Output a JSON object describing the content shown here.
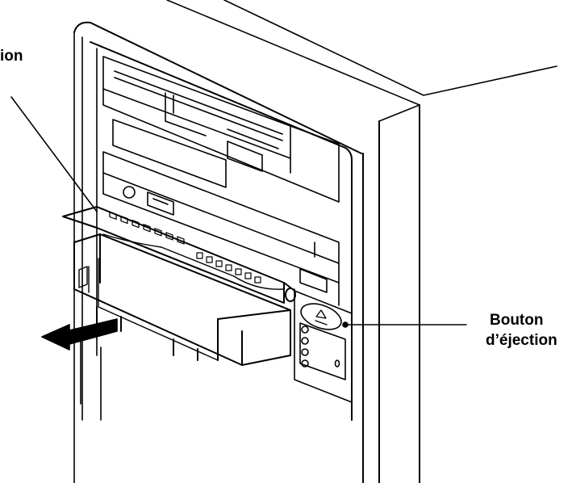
{
  "labels": {
    "top_left": "ion",
    "eject_line1": "Bouton",
    "eject_line2": "d’éjection"
  },
  "icons": {
    "eject": "eject-icon"
  },
  "colors": {
    "ink": "#000000",
    "paper": "#ffffff"
  }
}
